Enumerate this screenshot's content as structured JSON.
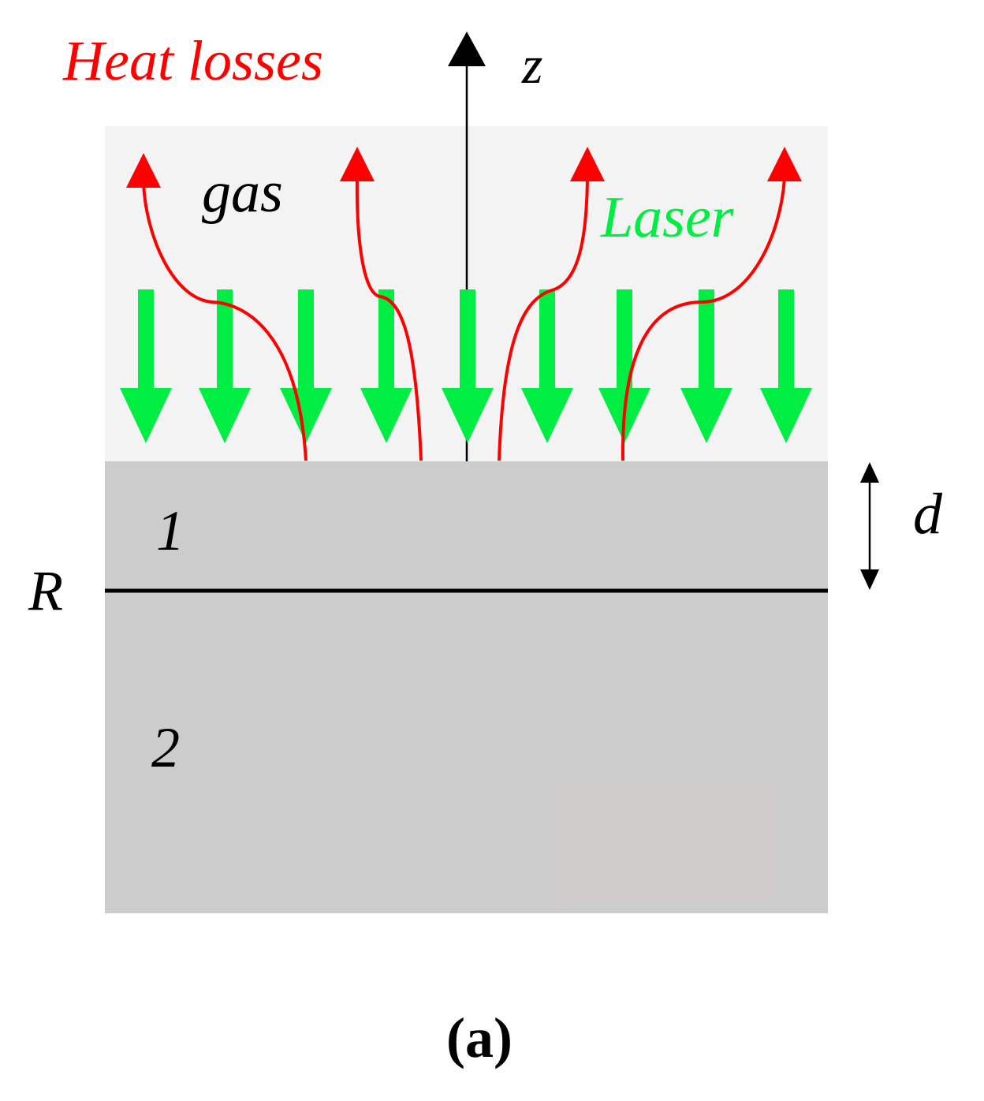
{
  "labels": {
    "heat_losses": "Heat losses",
    "z_axis": "z",
    "gas": "gas",
    "laser": "Laser",
    "layer_1": "1",
    "layer_2": "2",
    "interface": "R",
    "thickness": "d",
    "panel": "(a)"
  },
  "colors": {
    "heat": "#ff0000",
    "laser": "#00ee44",
    "gas_region": "#f3f3f3",
    "solid": "#cccccc",
    "ink": "#000000"
  },
  "laser_arrow_count": 9,
  "heat_arrow_count": 4
}
